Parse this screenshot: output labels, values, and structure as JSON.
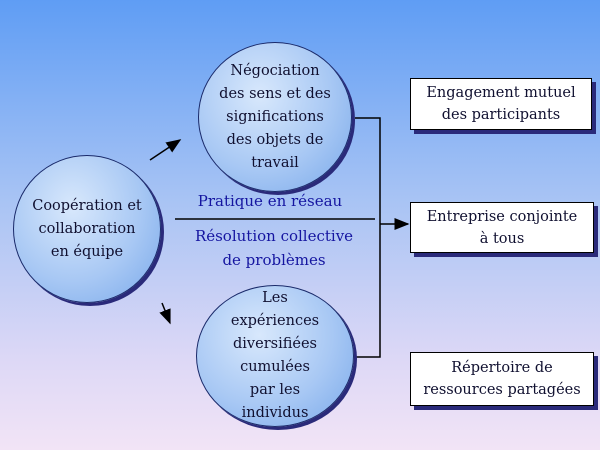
{
  "left_node": {
    "text": "Coopération et\ncollaboration\nen équipe"
  },
  "top_node": {
    "text": "Négociation\ndes sens et des\nsignifications\ndes objets de\ntravail"
  },
  "bottom_node": {
    "text": "Les\nexpériences\ndiversifiées\ncumulées\npar les\nindividus"
  },
  "middle_labels": {
    "practice": "Pratique en réseau",
    "resolution": "Résolution collective\nde problèmes"
  },
  "outcomes": [
    {
      "text": "Engagement mutuel\ndes participants"
    },
    {
      "text": "Entreprise conjointe\nà tous"
    },
    {
      "text": "Répertoire de\nressources partagées"
    }
  ],
  "colors": {
    "background_top": "#5f9df4",
    "background_bottom": "#f2e4f6",
    "label_text": "#1515a0",
    "ellipse_fill": "#a8c8f4",
    "box_fill": "#ffffff"
  },
  "icons": [
    "arrow-up-right-icon",
    "arrow-down-right-icon",
    "arrow-right-icon"
  ]
}
